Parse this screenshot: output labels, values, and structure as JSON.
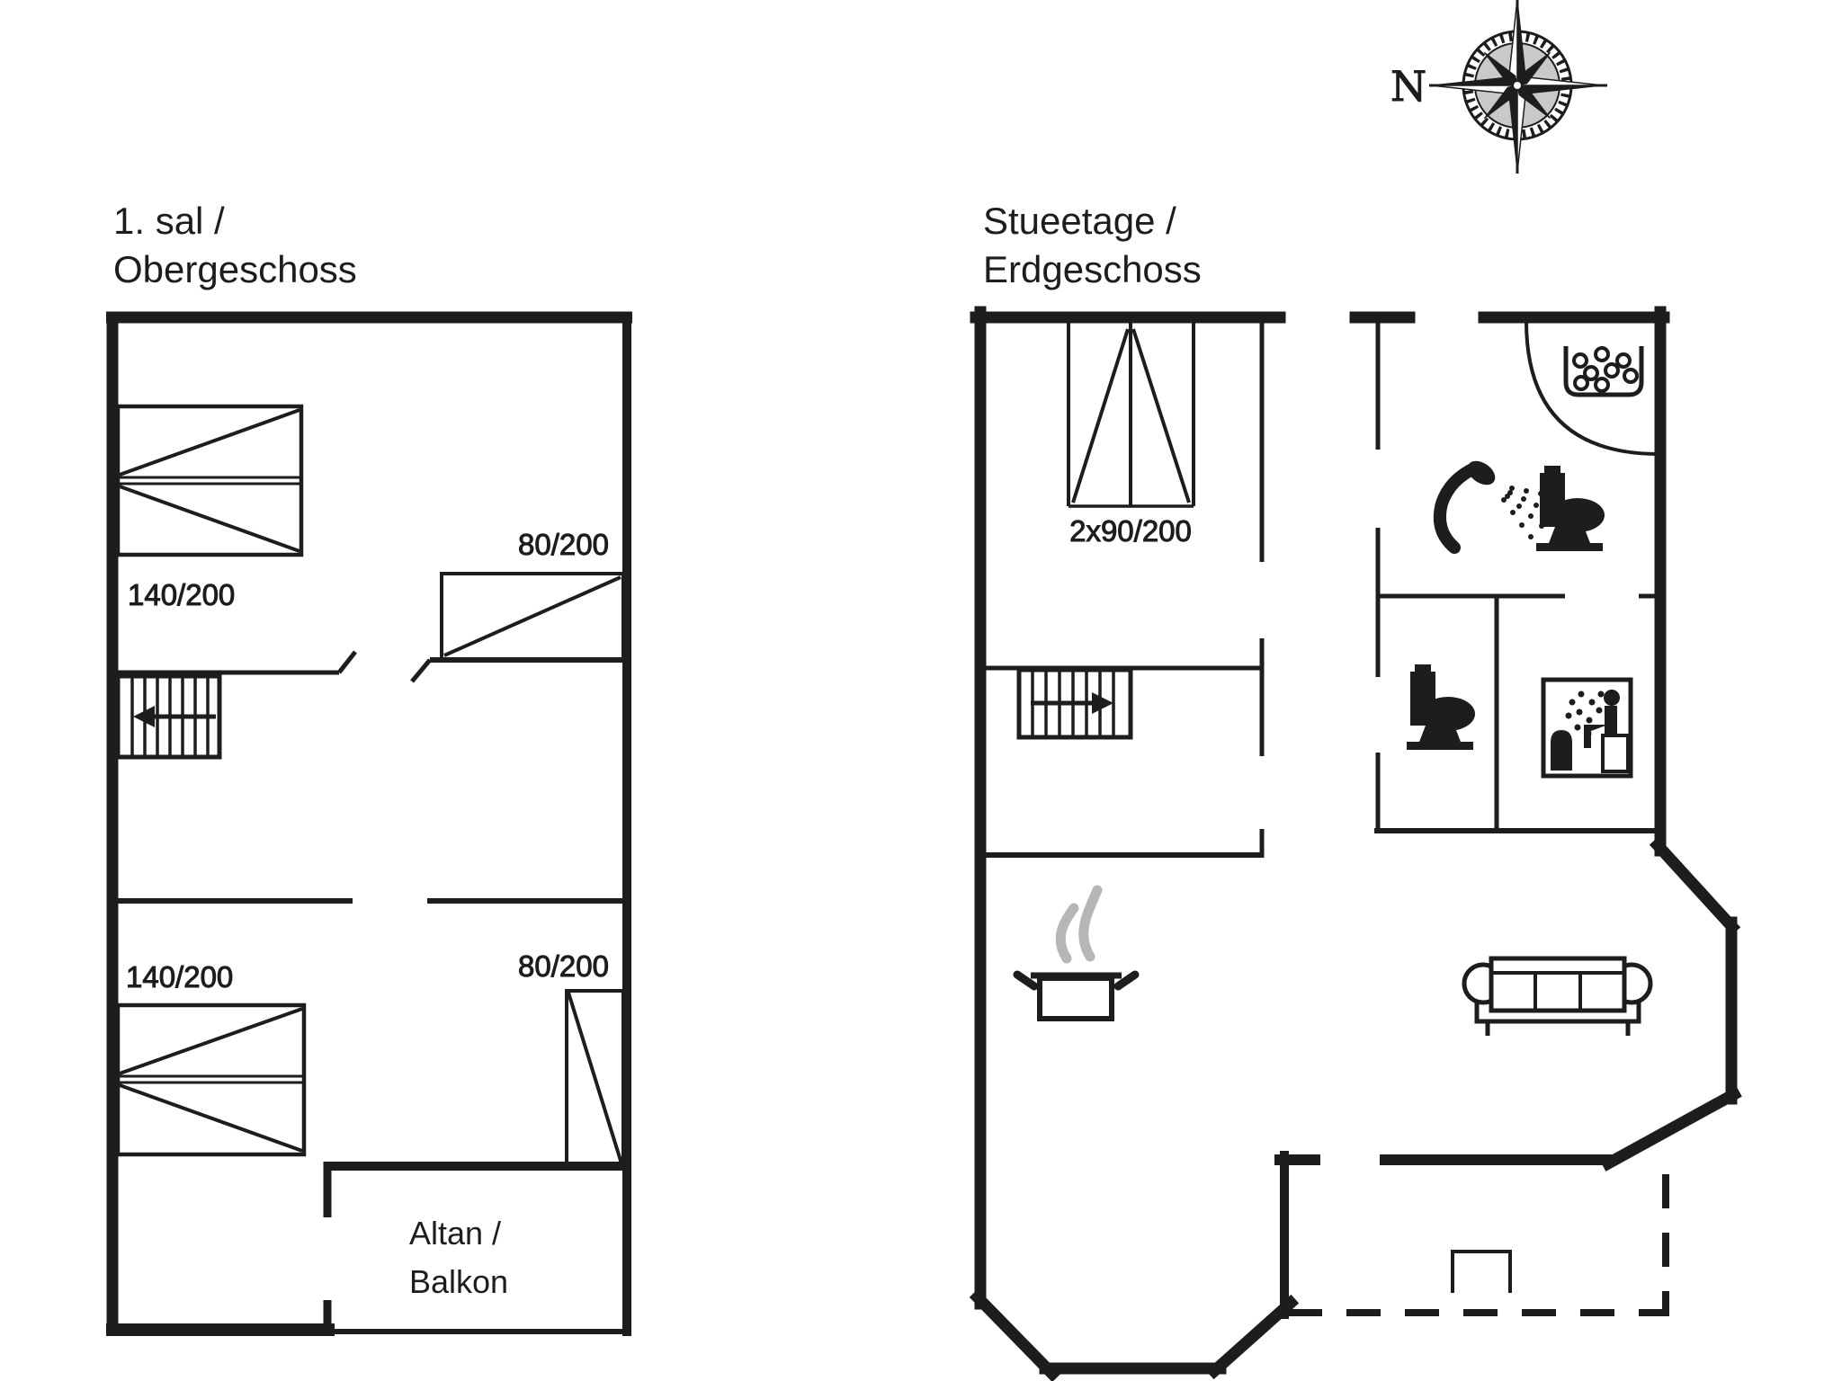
{
  "document": {
    "type": "floor-plan",
    "background": "#ffffff",
    "line_color": "#1d1d1d",
    "steam_color": "#b6b6b6"
  },
  "compass": {
    "north_label": "N"
  },
  "upper_floor": {
    "title": {
      "line1": "1. sal /",
      "line2": "Obergeschoss"
    },
    "bed_double_top_label": "140/200",
    "bed_single_top_label": "80/200",
    "bed_double_bottom_label": "140/200",
    "bed_single_bottom_label": "80/200",
    "balcony": {
      "line1": "Altan /",
      "line2": "Balkon"
    }
  },
  "ground_floor": {
    "title": {
      "line1": "Stueetage /",
      "line2": "Erdgeschoss"
    },
    "entrance_door_label": "2x90/200"
  },
  "icons": {
    "compass-rose-icon": "engraved compass rose pointing north",
    "stairs-up-icon": "staircase with direction arrow",
    "double-bed-icon": "double bed top view with crossed diagonals",
    "single-bed-icon": "single bed top view with diagonal",
    "door-swing-icon": "door leaf tick / quarter-circle swing arc",
    "double-door-icon": "double terrace door with triangle swing marks",
    "washing-machine-icon": "open basin with bubbles",
    "shower-icon": "hand shower with spray droplets",
    "toilet-icon": "toilet side silhouette",
    "sauna-icon": "framed pictogram of person seated in sauna with steam",
    "cooking-pot-icon": "pot with gray steam (kitchen)",
    "sofa-icon": "three-seat sofa top view",
    "terrace-step-icon": "open rectangle step",
    "terrace-dashed-outline": "dashed terrace boundary"
  }
}
